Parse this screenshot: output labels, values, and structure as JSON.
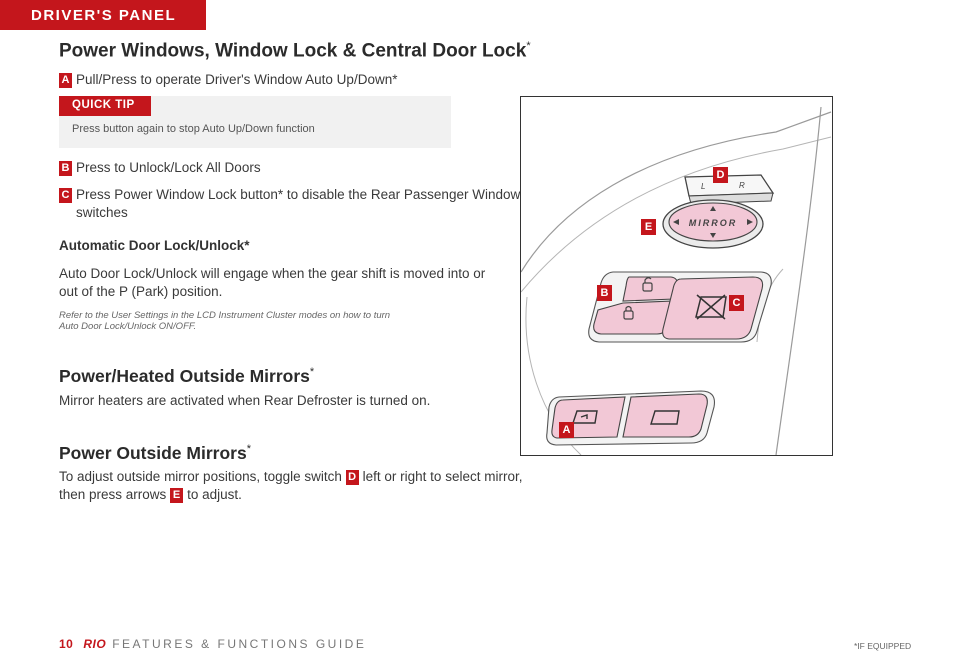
{
  "section_tab": "DRIVER'S PANEL",
  "title": "Power Windows, Window Lock & Central Door Lock",
  "title_mark": "*",
  "item_a": {
    "badge": "A",
    "text": "Pull/Press to operate Driver's Window Auto Up/Down*"
  },
  "quick_tip": {
    "label": "QUICK TIP",
    "text": "Press button again to stop Auto Up/Down function"
  },
  "item_b": {
    "badge": "B",
    "text": "Press to Unlock/Lock All Doors"
  },
  "item_c": {
    "badge": "C",
    "line1": "Press Power Window Lock button* to disable the Rear Passenger Window",
    "line2": "switches"
  },
  "auto_lock": {
    "heading": "Automatic Door Lock/Unlock*",
    "line1": "Auto Door Lock/Unlock will engage when the gear shift is moved into or",
    "line2": "out of the P (Park) position.",
    "note1": "Refer to the User Settings in the LCD Instrument Cluster modes on how to turn",
    "note2": "Auto Door Lock/Unlock ON/OFF."
  },
  "heated": {
    "heading": "Power/Heated Outside Mirrors",
    "mark": "*",
    "text": "Mirror heaters are activated when Rear Defroster is turned on."
  },
  "mirrors": {
    "heading": "Power Outside Mirrors",
    "mark": "*",
    "line1_a": "To adjust outside mirror positions, toggle switch",
    "badge_d": "D",
    "line1_b": "left or right to select mirror,",
    "line2_a": "then press arrows",
    "badge_e": "E",
    "line2_b": "to adjust."
  },
  "figure": {
    "mirror_label": "MIRROR",
    "left_label": "L",
    "right_label": "R",
    "callouts": {
      "a": "A",
      "b": "B",
      "c": "C",
      "d": "D",
      "e": "E"
    },
    "colors": {
      "accent": "#c4161c",
      "button_pink": "#f2c8d6"
    }
  },
  "footer": {
    "page": "10",
    "brand": "RIO",
    "guide": "FEATURES & FUNCTIONS GUIDE",
    "if_equipped": "*IF EQUIPPED"
  }
}
